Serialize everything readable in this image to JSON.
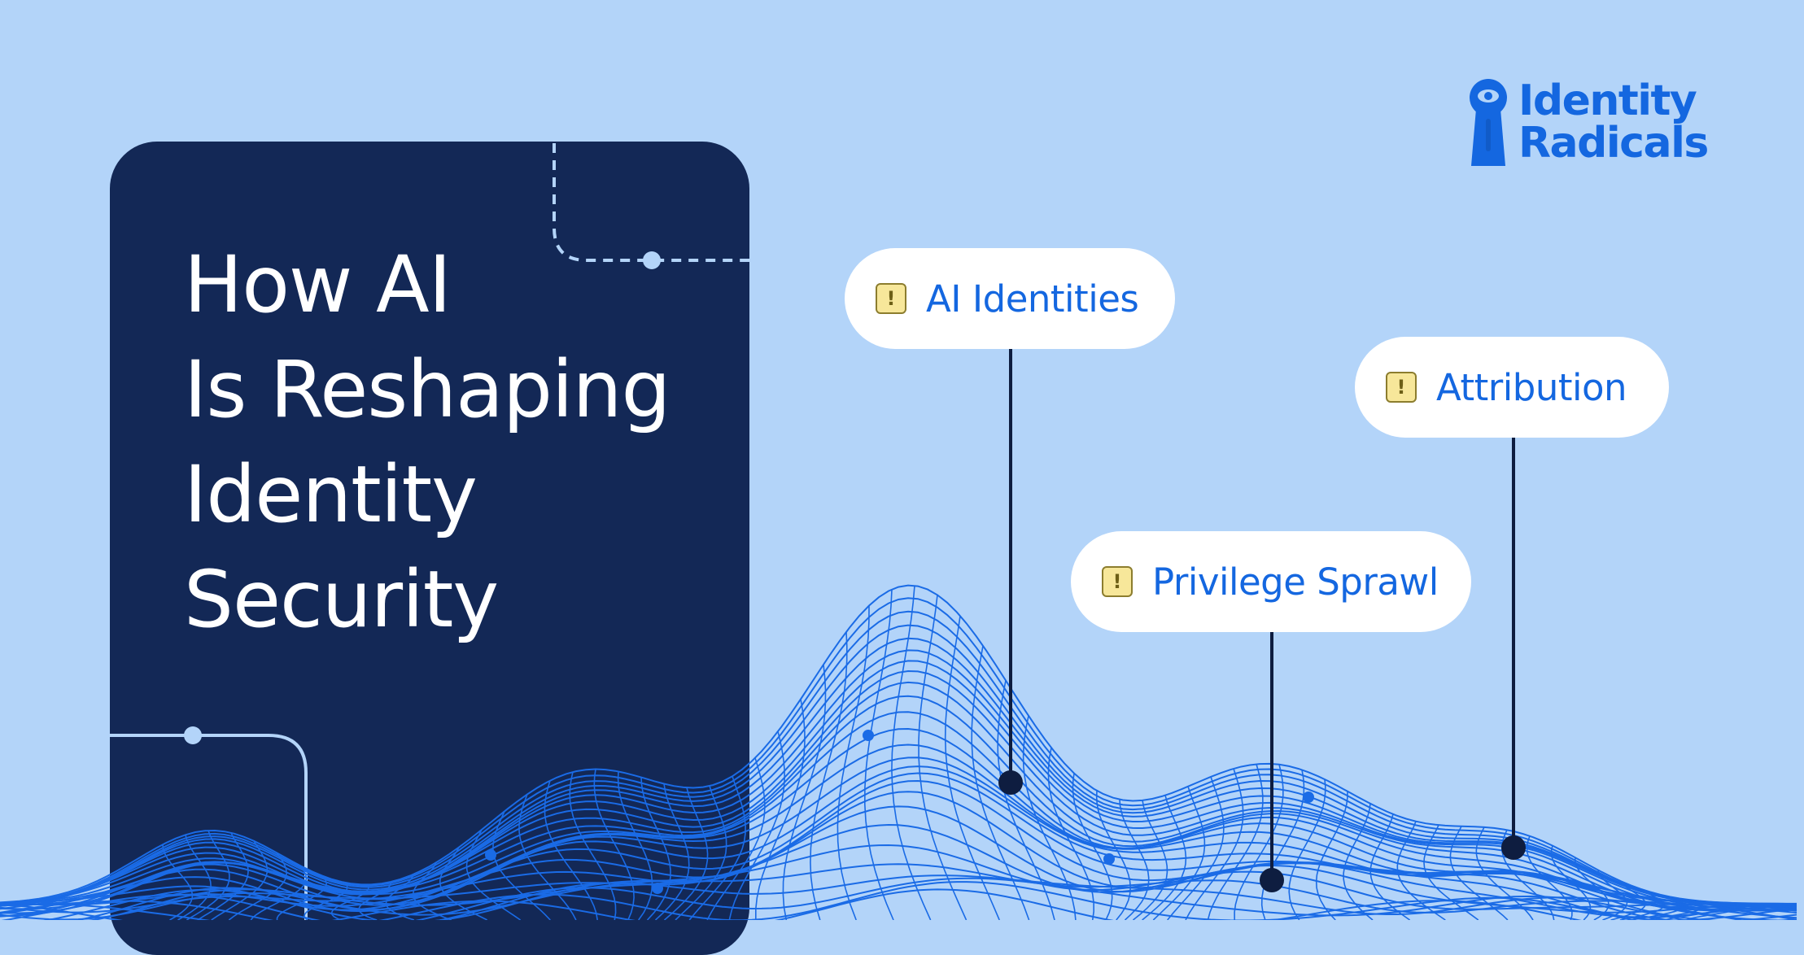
{
  "brand": {
    "logo_icon": "keyhole-eye-icon",
    "line1": "Identity",
    "line2": "Radicals"
  },
  "headline": {
    "line1": "How AI",
    "line2": "Is Reshaping",
    "line3": "Identity",
    "line4": "Security"
  },
  "callouts": [
    {
      "label": "AI Identities",
      "icon": "warning-icon"
    },
    {
      "label": "Attribution",
      "icon": "warning-icon"
    },
    {
      "label": "Privilege Sprawl",
      "icon": "warning-icon"
    }
  ],
  "colors": {
    "background": "#b3d4f9",
    "card": "#132856",
    "accent_blue": "#1467e0",
    "wave_blue": "#1a6be6",
    "warning_fill": "#f7e79a"
  }
}
